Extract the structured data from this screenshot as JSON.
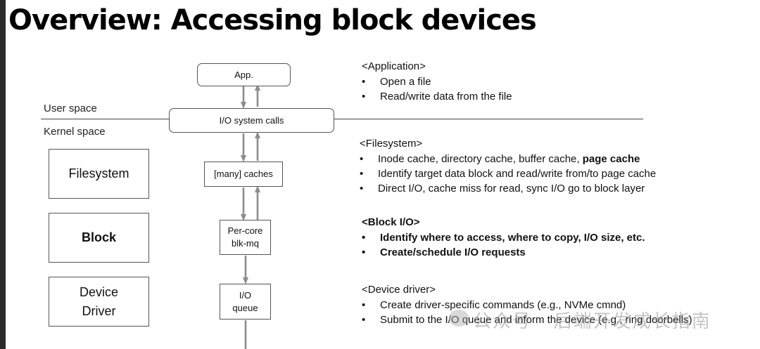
{
  "slide": {
    "title": "Overview: Accessing block devices"
  },
  "space_labels": {
    "user": "User space",
    "kernel": "Kernel space"
  },
  "layers": {
    "filesystem": "Filesystem",
    "block": "Block",
    "device_driver_line1": "Device",
    "device_driver_line2": "Driver"
  },
  "flow": {
    "app": "App.",
    "syscalls": "I/O system calls",
    "caches": "[many] caches",
    "blkmq_line1": "Per-core",
    "blkmq_line2": "blk-mq",
    "queue_line1": "I/O",
    "queue_line2": "queue"
  },
  "descriptions": {
    "application": {
      "heading": "<Application>",
      "bullets": [
        "Open a file",
        "Read/write data from the file"
      ]
    },
    "filesystem": {
      "heading": "<Filesystem>",
      "bullet1_prefix": "Inode cache, directory cache, buffer cache, ",
      "bullet1_bold": "page cache",
      "bullet2": "Identify target data block and read/write from/to page cache",
      "bullet3": "Direct I/O, cache miss for read, sync I/O go to block layer"
    },
    "block": {
      "heading": "<Block I/O>",
      "bullets": [
        "Identify where to access, where to copy, I/O size, etc.",
        "Create/schedule I/O requests"
      ]
    },
    "device_driver": {
      "heading": "<Device driver>",
      "bullets": [
        "Create driver-specific commands (e.g., NVMe cmnd)",
        "Submit to the I/O queue and inform the device (e.g., ring doorbells)"
      ]
    },
    "bullet_symbol": "•"
  },
  "watermark": {
    "text": "公众号 · 后端开发成长指南",
    "icon": "wechat-icon"
  },
  "colors": {
    "arrow": "#8c8c8c",
    "box_border": "#555555",
    "title": "#000000",
    "left_bar": "#2b2b2b"
  }
}
